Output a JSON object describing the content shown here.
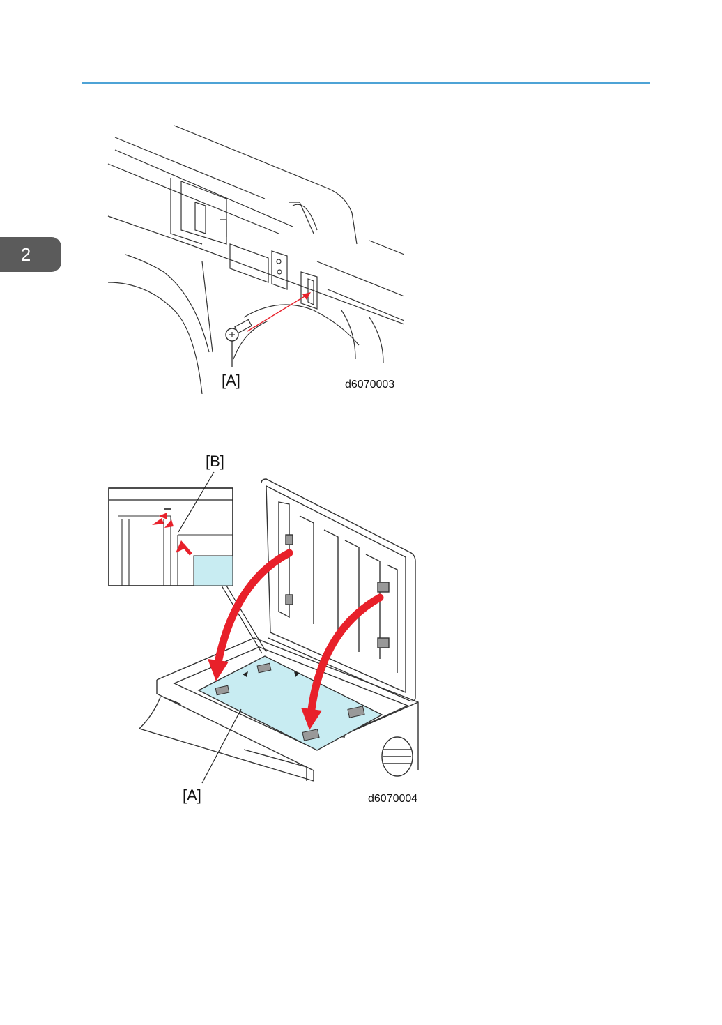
{
  "chapter_tab": {
    "number": "2"
  },
  "figure1": {
    "callout_a": "[A]",
    "figure_code": "d6070003"
  },
  "figure2": {
    "callout_a": "[A]",
    "callout_b": "[B]",
    "figure_code": "d6070004"
  },
  "colors": {
    "header_rule": "#4ea3d6",
    "chapter_tab": "#5b5b5b",
    "arrow_red": "#e8202a",
    "glass_blue": "#c8ecf2"
  },
  "icon_names": [
    "screw-icon",
    "arrow-red-icon"
  ]
}
